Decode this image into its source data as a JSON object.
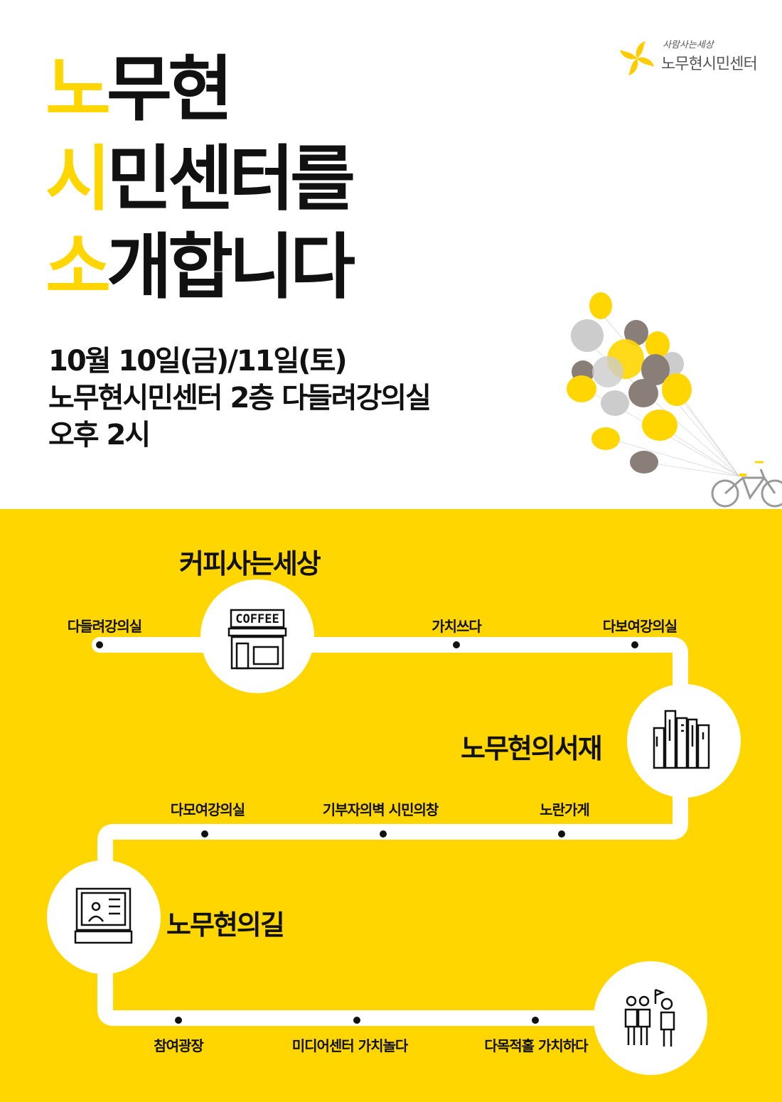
{
  "logo": {
    "tagline": "사람사는세상",
    "name": "노무현시민센터",
    "icon": "pinwheel-icon"
  },
  "title": {
    "lines": [
      {
        "first": "노",
        "rest": "무현"
      },
      {
        "first": "시",
        "rest": "민센터를"
      },
      {
        "first": "소",
        "rest": "개합니다"
      }
    ]
  },
  "info": {
    "date": "10월 10일(금)/11일(토)",
    "place": "노무현시민센터 2층 다들려강의실",
    "time": "오후 2시"
  },
  "colors": {
    "accent": "#FFD600",
    "text": "#111111"
  },
  "route": {
    "row1": [
      "다들려강의실",
      "가치쓰다",
      "다보여강의실"
    ],
    "row2": [
      "다모여강의실",
      "기부자의벽 시민의창",
      "노란가게"
    ],
    "row3": [
      "참여광장",
      "미디어센터 가치놀다",
      "다목적홀 가치하다"
    ],
    "sections": {
      "coffee": "커피사는세상",
      "library": "노무현의서재",
      "path": "노무현의길"
    }
  }
}
